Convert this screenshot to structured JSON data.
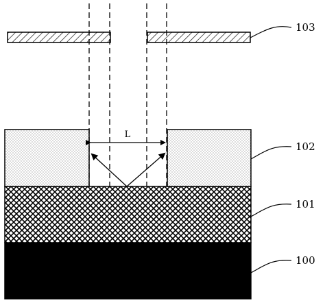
{
  "labels": {
    "substrate": "100",
    "mesh_layer": "101",
    "dotted_layer": "102",
    "mask_plate": "103",
    "gap_width": "L"
  },
  "colors": {
    "line": "#000000",
    "background": "#ffffff",
    "substrate_fill": "#000000",
    "dotted_fill": "#f4f4f4"
  }
}
